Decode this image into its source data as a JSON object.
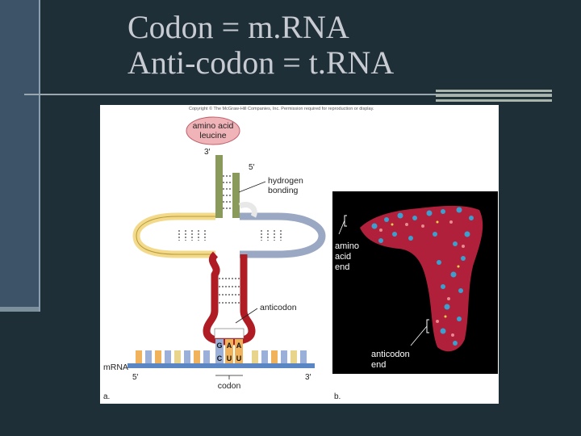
{
  "slide": {
    "title_line1": "Codon = m.RNA",
    "title_line2": "Anti-codon = t.RNA"
  },
  "figure": {
    "copyright": "Copyright © The McGraw-Hill Companies, Inc. Permission required for reproduction or display.",
    "panel_a": {
      "label": "a.",
      "amino_acid_line1": "amino acid",
      "amino_acid_line2": "leucine",
      "three_prime_top": "3′",
      "five_prime_top": "5′",
      "hydrogen_line1": "hydrogen",
      "hydrogen_line2": "bonding",
      "anticodon": "anticodon",
      "anticodon_bases": [
        "G",
        "A",
        "A"
      ],
      "codon_bases": [
        "C",
        "U",
        "U"
      ],
      "mrna": "mRNA",
      "five_prime_bottom": "5′",
      "three_prime_bottom": "3′",
      "codon": "codon"
    },
    "panel_b": {
      "label": "b.",
      "amino_line1": "amino",
      "amino_line2": "acid",
      "amino_line3": "end",
      "anticodon_line1": "anticodon",
      "anticodon_line2": "end"
    }
  },
  "colors": {
    "background": "#1f2f38",
    "acceptor_stem": "#8a9a5b",
    "d_arm": "#f3d98a",
    "t_arm": "#9aa8c4",
    "anticodon_arm": "#b01c24",
    "amino_acid_bubble": "#efb3b8",
    "molecule_red": "#c4263a",
    "molecule_blue": "#3aa0d0"
  }
}
